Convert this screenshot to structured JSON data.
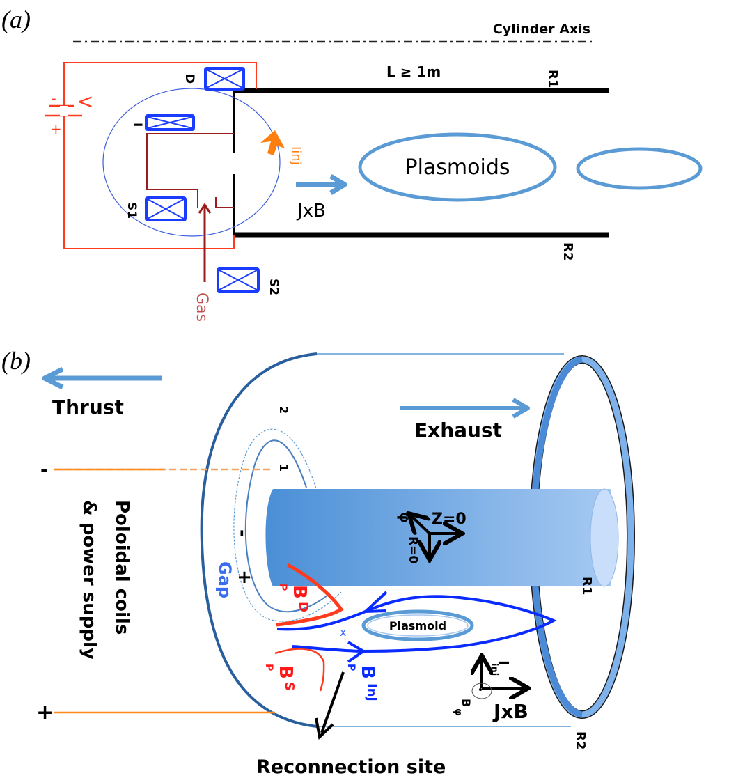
{
  "panel_a": {
    "label": "(a)",
    "cylinder_axis": "Cylinder Axis",
    "length": "L ≥ 1m",
    "r1": "R1",
    "r2": "R2",
    "voltage": "V",
    "battery_minus": "-",
    "battery_plus": "+",
    "coil_d": "D",
    "coil_i": "I",
    "coil_s1": "S1",
    "coil_s2": "S2",
    "iinj": "Iinj",
    "jxb": "JxB",
    "plasmoids": "Plasmoids",
    "gas": "Gas"
  },
  "panel_b": {
    "label": "(b)",
    "thrust": "Thrust",
    "exhaust": "Exhaust",
    "ring_2": "2",
    "ring_1": "1",
    "minus_left": "-",
    "plus_left": "+",
    "poloidal_line1": "Poloidal coils",
    "poloidal_line2": "& power supply",
    "gap_minus": "-",
    "gap_plus": "+",
    "gap": "Gap",
    "phi": "φ",
    "z0": "Z=0",
    "r0": "R=0",
    "bpd_main": "B",
    "bpd_sub": "P",
    "bpd_sup": "D",
    "bps_main": "B",
    "bps_sub": "P",
    "bps_sup": "S",
    "bpinj_main": "B",
    "bpinj_sub": "P",
    "bpinj_sup": "Inj",
    "x_point": "x",
    "plasmoid": "Plasmoid",
    "iinj_main": "I",
    "iinj_sub": "inj",
    "bphi_main": "B",
    "bphi_sub": "φ",
    "jxb": "JxB",
    "r1": "R1",
    "r2": "R2",
    "reconnection": "Reconnection site"
  },
  "colors": {
    "circuit_red": "#ff3b1f",
    "coil_blue": "#1a3cff",
    "gas_brown": "#9b1c1c",
    "inj_orange": "#ff7f0e",
    "plasmoid_blue": "#5b9bd5",
    "field_blue": "#0a2bff",
    "outer_dark_blue": "#2a5f9e"
  }
}
